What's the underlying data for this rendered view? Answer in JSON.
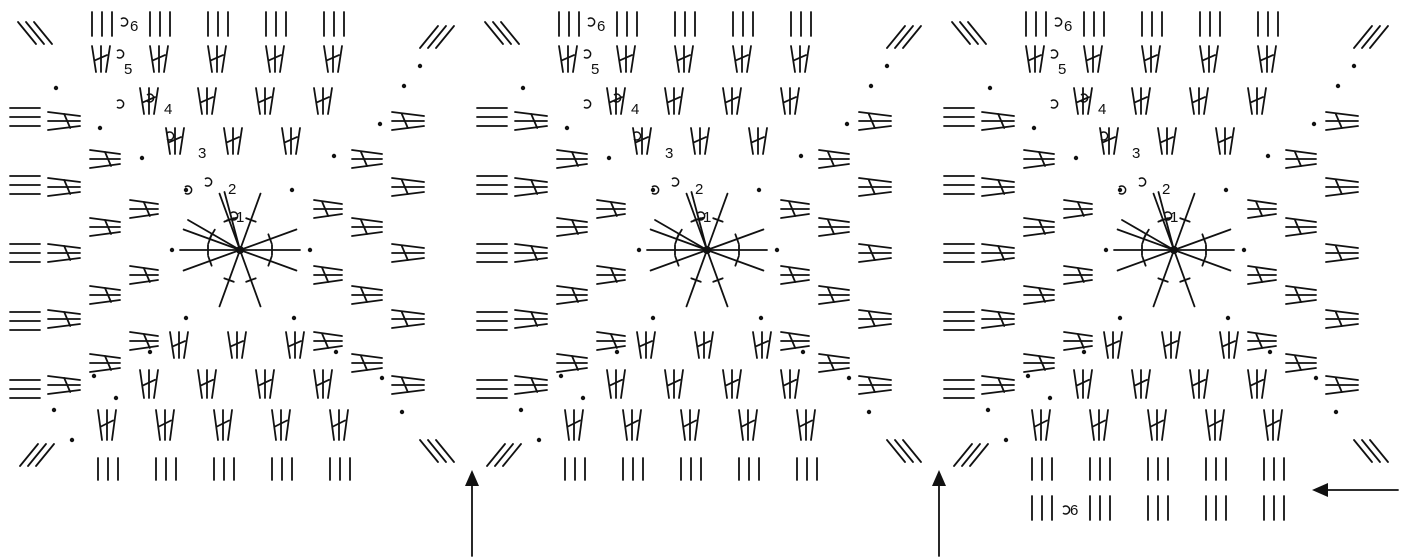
{
  "diagram": {
    "type": "crochet-chart",
    "motif_count": 3,
    "ink_color": "#111111",
    "background_color": "#ffffff",
    "round_labels": [
      "1",
      "2",
      "3",
      "4",
      "5",
      "6"
    ],
    "extra_round_label": "6",
    "join_arrow_count": 3
  }
}
